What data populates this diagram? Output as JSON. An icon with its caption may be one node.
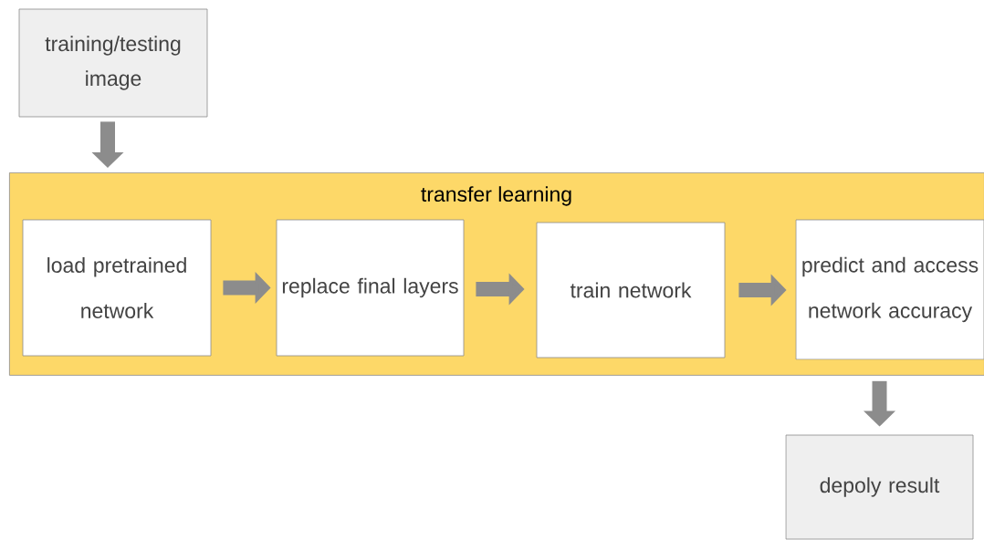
{
  "diagram": {
    "nodes": [
      {
        "text": [
          "training/testing image"
        ]
      },
      {
        "text": [
          "transfer learning"
        ]
      },
      {
        "text": [
          "load pretrained network"
        ],
        "in": 1
      },
      {
        "text": [
          "replace final layers"
        ],
        "in": 1
      },
      {
        "text": [
          "train network"
        ],
        "in": 1
      },
      {
        "text": [
          "predict and access network accuracy"
        ],
        "in": 1
      },
      {
        "text": [
          "depoly result"
        ]
      }
    ],
    "edges": [
      {
        "from": 0,
        "to": 1,
        "arrow": "to"
      },
      {
        "from": 2,
        "to": 3,
        "arrow": "to"
      },
      {
        "from": 3,
        "to": 4,
        "arrow": "to"
      },
      {
        "from": 4,
        "to": 5,
        "arrow": "to"
      },
      {
        "from": 1,
        "to": 6,
        "arrow": "to"
      }
    ]
  }
}
